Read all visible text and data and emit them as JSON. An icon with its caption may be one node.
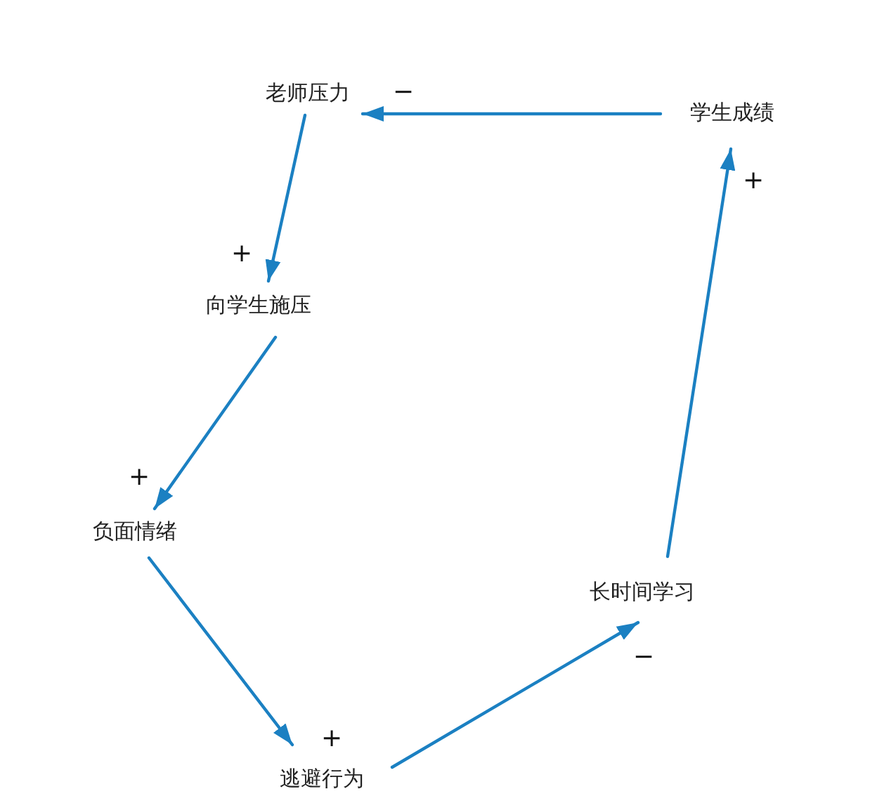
{
  "diagram": {
    "nodes": [
      {
        "text": [
          "老师压力"
        ]
      },
      {
        "text": [
          "学生成绩"
        ]
      },
      {
        "text": [
          "向学生施压"
        ]
      },
      {
        "text": [
          "负面情绪"
        ]
      },
      {
        "text": [
          "长时间学习"
        ]
      },
      {
        "text": [
          "逃避行为"
        ]
      }
    ],
    "edges": [
      {
        "from": 1,
        "to": 0,
        "arrow": "to",
        "label": "−"
      },
      {
        "from": 0,
        "to": 2,
        "arrow": "to",
        "label": "+"
      },
      {
        "from": 2,
        "to": 3,
        "arrow": "to",
        "label": "+"
      },
      {
        "from": 3,
        "to": 5,
        "arrow": "to",
        "label": "+"
      },
      {
        "from": 5,
        "to": 4,
        "arrow": "to",
        "label": "−"
      },
      {
        "from": 4,
        "to": 1,
        "arrow": "to",
        "label": "+"
      }
    ]
  }
}
